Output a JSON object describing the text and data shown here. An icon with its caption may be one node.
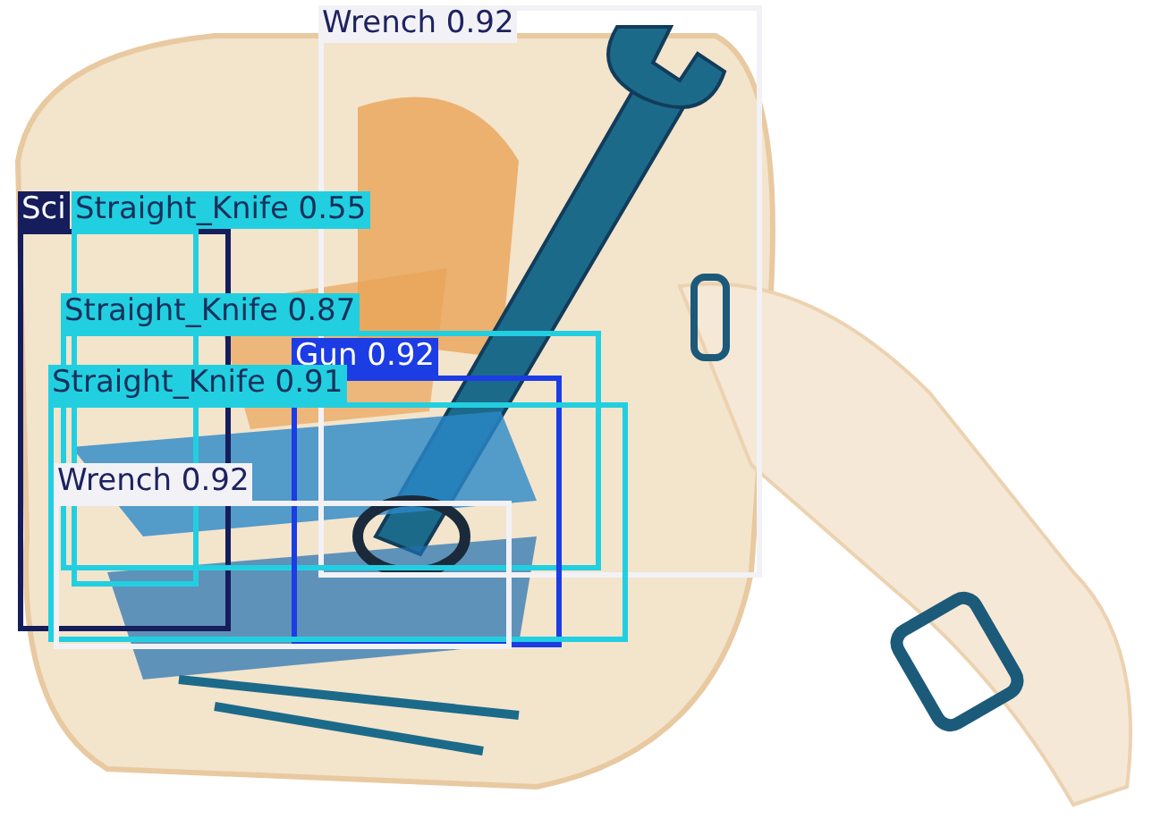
{
  "diagram": {
    "nodes": [
      {
        "text": [
          "Wrench 0.92"
        ]
      },
      {
        "text": [
          "Sci"
        ]
      },
      {
        "text": [
          "Straight_Knife 0.55"
        ]
      },
      {
        "text": [
          "Straight_Knife 0.87"
        ]
      },
      {
        "text": [
          "Gun 0.92"
        ]
      },
      {
        "text": [
          "Straight_Knife 0.91"
        ]
      },
      {
        "text": [
          "Wrench 0.92"
        ]
      }
    ]
  }
}
